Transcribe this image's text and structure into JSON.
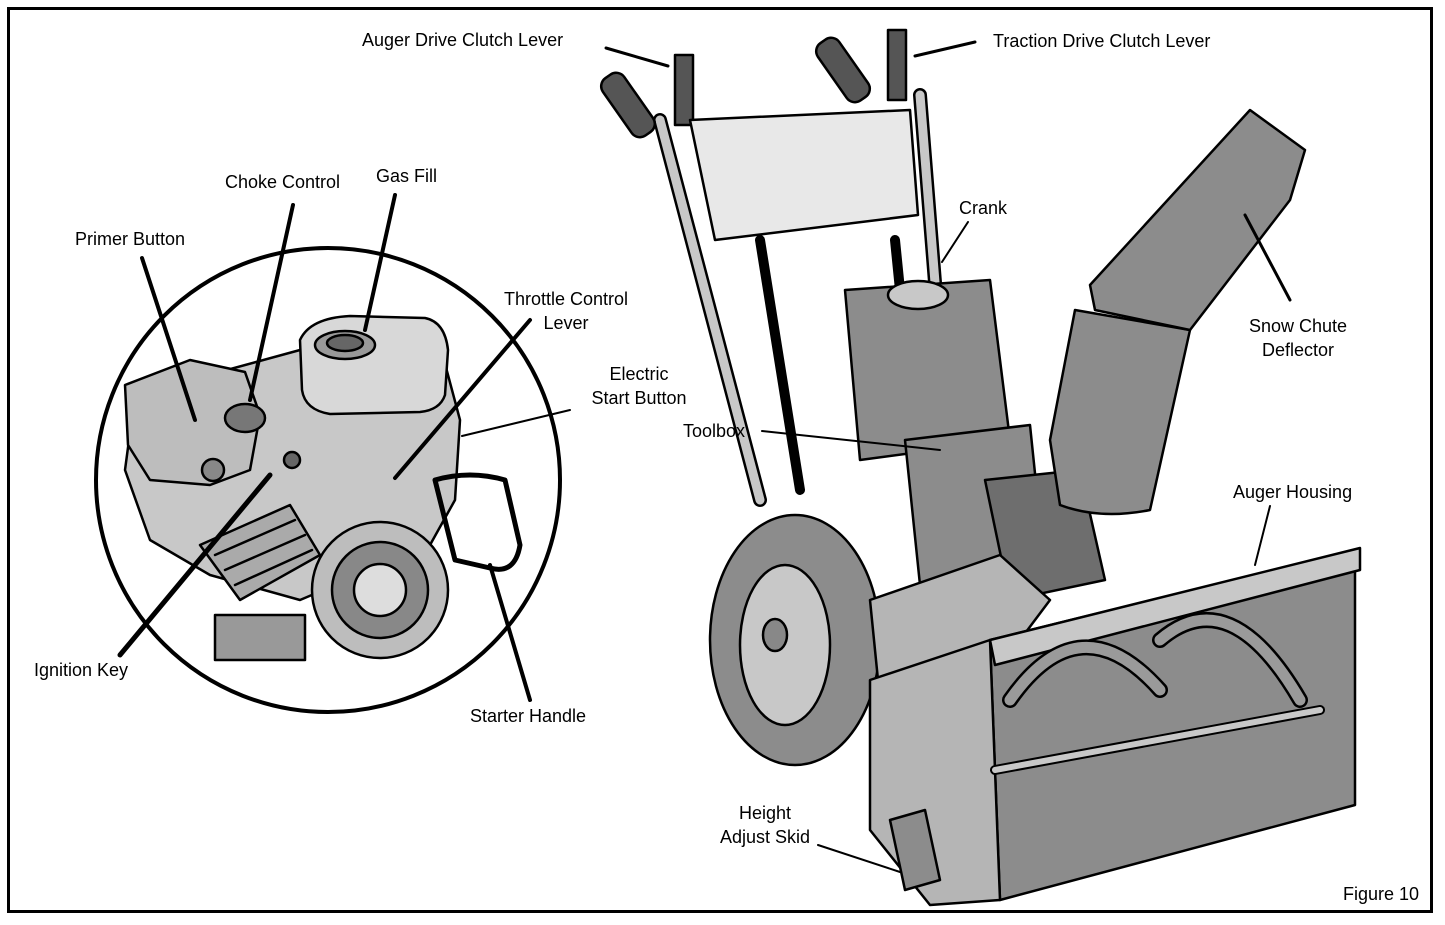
{
  "figure": {
    "number_label": "Figure 10"
  },
  "labels": {
    "auger_drive_clutch_lever": "Auger Drive Clutch Lever",
    "traction_drive_clutch_lever": "Traction Drive Clutch Lever",
    "choke_control": "Choke Control",
    "gas_fill": "Gas Fill",
    "primer_button": "Primer Button",
    "crank": "Crank",
    "throttle_control_lever_line1": "Throttle Control",
    "throttle_control_lever_line2": "Lever",
    "electric_start_button_line1": "Electric",
    "electric_start_button_line2": "Start Button",
    "snow_chute_deflector_line1": "Snow Chute",
    "snow_chute_deflector_line2": "Deflector",
    "toolbox": "Toolbox",
    "auger_housing": "Auger Housing",
    "ignition_key": "Ignition Key",
    "starter_handle": "Starter Handle",
    "height_adjust_skid_line1": "Height",
    "height_adjust_skid_line2": "Adjust Skid"
  },
  "colors": {
    "body_gray": "#8c8c8c",
    "light_gray": "#c8c8c8",
    "dark_gray": "#555555",
    "outline": "#000000"
  }
}
